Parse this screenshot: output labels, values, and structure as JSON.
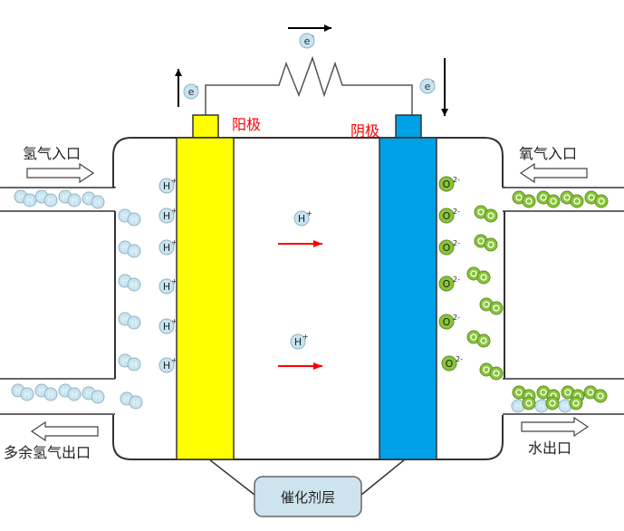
{
  "labels": {
    "anode": "阳极",
    "cathode": "阴极",
    "hydrogen_inlet": "氢气入口",
    "oxygen_inlet": "氧气入口",
    "excess_hydrogen_outlet": "多余氢气出口",
    "water_outlet": "水出口",
    "catalyst_layer": "催化剂层"
  },
  "particles": {
    "electron": "e",
    "electron_charge": "-",
    "proton": "H",
    "proton_charge": "+",
    "oxide_ion": "O",
    "oxide_ion_charge": "2-",
    "hydrogen_atom": "H",
    "oxygen_atom": "O"
  },
  "colors": {
    "anode": "#ffff00",
    "cathode": "#00a0e6",
    "label_red": "#ff0000",
    "hydrogen_ball": "#c8e4f0",
    "oxygen_ball": "#8ac43a",
    "catalyst_box": "#cde3ee",
    "outline": "#333333"
  }
}
